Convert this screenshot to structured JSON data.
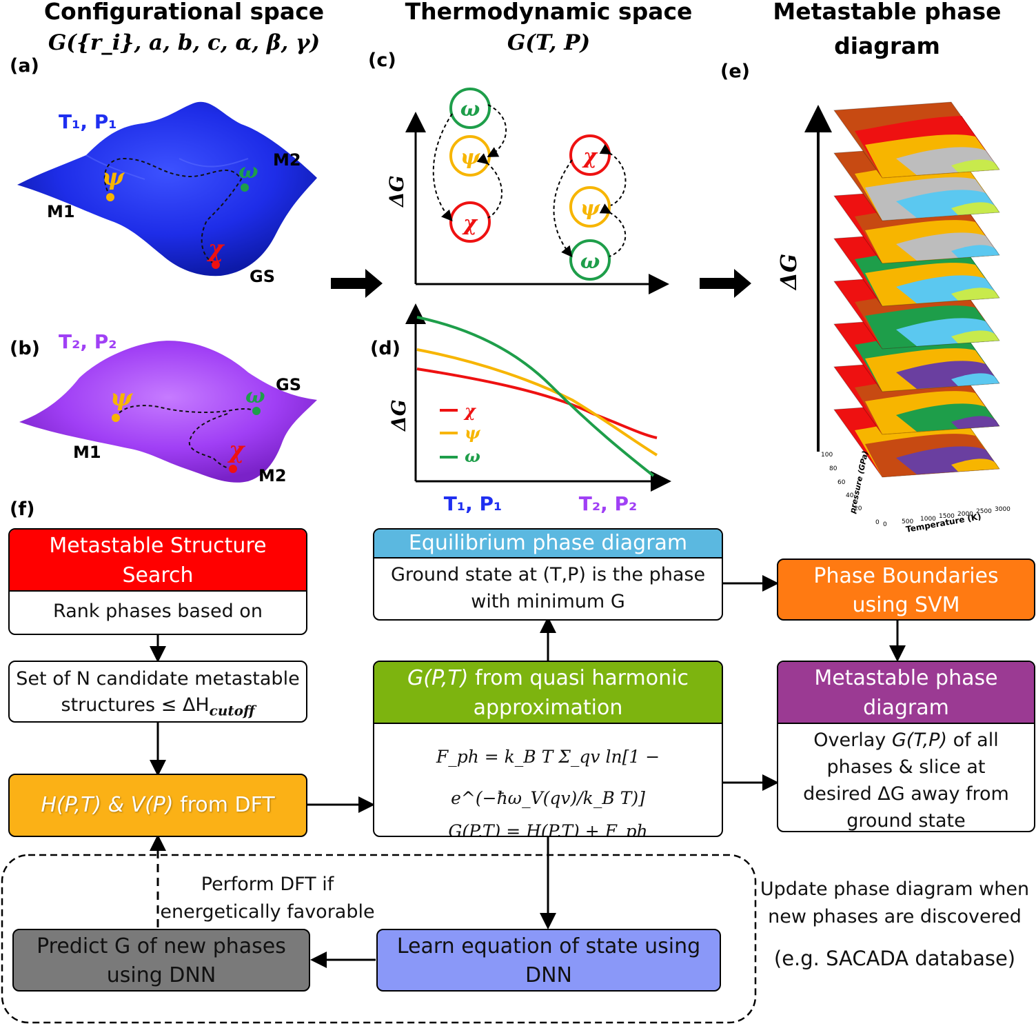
{
  "titles": {
    "config_space": "Configurational space",
    "config_eq": "G({r_i}, a, b, c, α, β, γ)",
    "thermo_space": "Thermodynamic space",
    "thermo_eq": "G(T, P)",
    "metastable_title_1": "Metastable phase",
    "metastable_title_2": "diagram"
  },
  "panel_labels": {
    "a": "(a)",
    "b": "(b)",
    "c": "(c)",
    "d": "(d)",
    "e": "(e)",
    "f": "(f)"
  },
  "panel_a": {
    "condition": "T₁, P₁",
    "labels": {
      "m1": "M1",
      "m2": "M2",
      "gs": "GS"
    },
    "phases": {
      "psi": "ψ",
      "omega": "ω",
      "chi": "χ"
    }
  },
  "panel_b": {
    "condition": "T₂, P₂",
    "labels": {
      "m1": "M1",
      "m2": "M2",
      "gs": "GS"
    },
    "phases": {
      "psi": "ψ",
      "omega": "ω",
      "chi": "χ"
    }
  },
  "panel_c": {
    "ylabel": "ΔG",
    "left_stack": [
      "ω",
      "ψ",
      "χ"
    ],
    "right_stack": [
      "χ",
      "ψ",
      "ω"
    ]
  },
  "panel_d": {
    "ylabel": "ΔG",
    "xlabel_left": "T₁, P₁",
    "xlabel_right": "T₂, P₂",
    "legend": [
      "χ",
      "ψ",
      "ω"
    ]
  },
  "panel_e": {
    "ylabel": "ΔG",
    "axis_pressure": "pressure (GPa)",
    "axis_temperature": "Temperature (K)",
    "pressure_ticks": [
      "100",
      "80",
      "60",
      "40",
      "20",
      "0"
    ],
    "temperature_ticks": [
      "0",
      "500",
      "1000",
      "1500",
      "2000",
      "2500",
      "3000"
    ]
  },
  "flowchart": {
    "mss": {
      "head_1": "Metastable Structure",
      "head_2": "Search",
      "body": "Rank phases based on enthalpy"
    },
    "candidates": {
      "line1": "Set of N candidate metastable",
      "line2": "structures ≤ ΔH",
      "sub": "cutoff"
    },
    "dft": {
      "text_italic": "H(P,T) & V(P)",
      "text_rest": " from DFT"
    },
    "equilibrium": {
      "head": "Equilibrium phase diagram",
      "body_1": "Ground state at (T,P) is the phase",
      "body_2": "with minimum G"
    },
    "qha": {
      "head_italic": "G(P,T)",
      "head_rest": " from quasi harmonic",
      "head_2": "approximation",
      "eq1": "F_ph = k_B T Σ_qv ln[1 − e^(−ħω_V(qv)/k_B T)]",
      "eq2": "G(P,T) = H(P,T) + F_ph"
    },
    "boundaries": {
      "head_1": "Phase Boundaries",
      "head_2": "using SVM"
    },
    "metastable": {
      "head_1": "Metastable phase",
      "head_2": "diagram",
      "body_1a": "Overlay ",
      "body_1b": "G(T,P)",
      "body_1c": " of all",
      "body_2": "phases & slice at",
      "body_3": "desired ΔG away from",
      "body_4": "ground state"
    },
    "predict": {
      "line1": "Predict G of new phases",
      "line2": "using DNN"
    },
    "learn": {
      "line1": "Learn equation of state using",
      "line2": "DNN"
    },
    "perform": {
      "line1": "Perform DFT if",
      "line2": "energetically favorable"
    },
    "update": {
      "line1": "Update phase diagram when",
      "line2": "new phases are discovered",
      "line3": "(e.g. SACADA database)"
    }
  },
  "colors": {
    "chi": "#ee1111",
    "psi": "#f7b500",
    "omega": "#1e9e4a",
    "blue_surface": "#1f2ff0",
    "purple_surface": "#a040f5",
    "mss_head": "#ff0000",
    "dft_box": "#fbb116",
    "eq_head": "#5bb8e0",
    "qha_head": "#7db40f",
    "svm_box": "#ff7a12",
    "meta_head": "#9b3a93",
    "predict_box": "#7a7a7a",
    "learn_box": "#8a98f8"
  }
}
